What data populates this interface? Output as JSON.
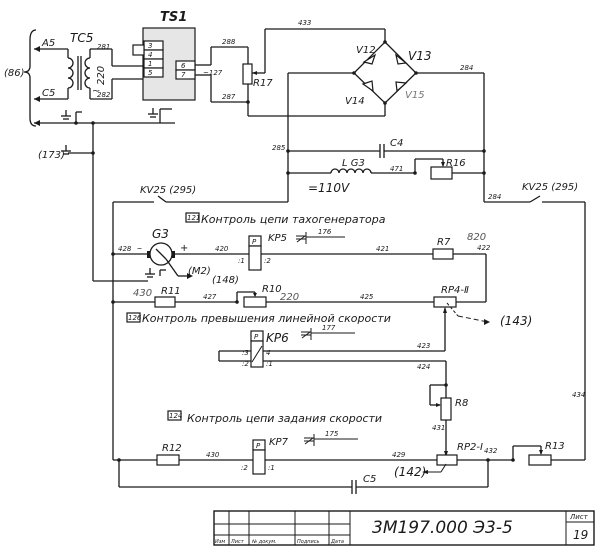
{
  "diagram": {
    "type": "electrical schematic",
    "components": {
      "ts1": "TS1",
      "tc5": "TC5",
      "tc5_voltage": "220",
      "tc5_tilde": "~",
      "a5": "A5",
      "c5_in": "C5",
      "ref_86": "(86)",
      "ref_173": "(173)",
      "ts1_pins": [
        "3",
        "4",
        "1",
        "5",
        "6",
        "7"
      ],
      "r17": "R17",
      "v12": "V12",
      "v13": "V13",
      "v14": "V14",
      "v15": "V15",
      "c4": "C4",
      "lg3": "L G3",
      "r16": "R16",
      "voltage_110": "=110V",
      "kv25_left": "KV25 (295)",
      "kv25_right": "KV25 (295)",
      "g3": "G3",
      "g3_minus": "–",
      "g3_plus": "+",
      "m2": "(M2)",
      "ref_148": "(148)",
      "kp5": "KP5",
      "kp5_p": "P",
      "kp5_pin1": ":1",
      "kp5_pin2": ":2",
      "kp5_ref": "176",
      "r7": "R7",
      "r7_val": "820",
      "r11": "R11",
      "r11_val": "430",
      "r10": "R10",
      "r10_val": "220",
      "rp4": "RP4-Ⅱ",
      "ref_143": "(143)",
      "kp6": "KP6",
      "kp6_p": "P",
      "kp6_pins": [
        ":3",
        ":2",
        "4",
        ":1"
      ],
      "kp6_ref": "177",
      "r8": "R8",
      "r12": "R12",
      "kp7": "KP7",
      "kp7_p": "P",
      "kp7_pin2": ":2",
      "kp7_pin1": ":1",
      "kp7_ref": "175",
      "rp2": "RP2-Ⅰ",
      "ref_142": "(142)",
      "r13": "R13",
      "c5": "C5"
    },
    "wires": {
      "w281": "281",
      "w282": "282",
      "w127": "~127",
      "w288": "288",
      "w287": "287",
      "w433": "433",
      "w284a": "284",
      "w285": "285",
      "w471": "471",
      "w284b": "284",
      "w428": "428",
      "w420": "420",
      "w421": "421",
      "w422": "422",
      "w427": "427",
      "w425": "425",
      "w423": "423",
      "w424": "424",
      "w431": "431",
      "w430": "430",
      "w429": "429",
      "w432": "432",
      "w434": "434"
    },
    "sections": [
      {
        "num": "121",
        "text": "Контроль цепи тахогенератора"
      },
      {
        "num": "126",
        "text": "Контроль превышения линейной скорости"
      },
      {
        "num": "124",
        "text": "Контроль цепи задания скорости"
      }
    ]
  },
  "title_block": {
    "doc_number": "3M197.000 Э3-5",
    "sheet_label": "Лист",
    "sheet_number": "19",
    "columns": [
      "Изм",
      "Лист",
      "№ докум.",
      "Подпись",
      "Дата"
    ]
  }
}
